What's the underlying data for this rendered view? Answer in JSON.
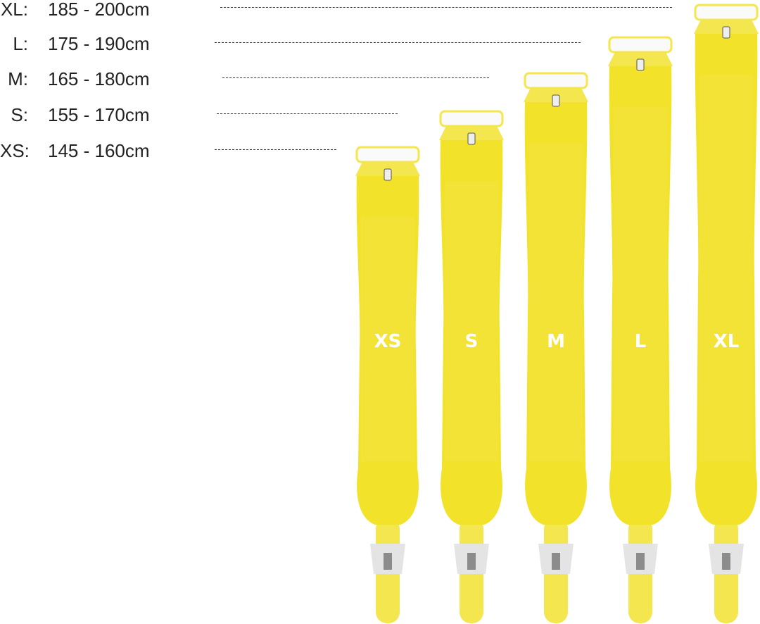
{
  "sizes": [
    {
      "label": "XL:",
      "range": "185 - 200cm",
      "bag": "XL"
    },
    {
      "label": "L:",
      "range": "175 - 190cm",
      "bag": "L"
    },
    {
      "label": "M:",
      "range": "165 - 180cm",
      "bag": "M"
    },
    {
      "label": "S:",
      "range": "155 - 170cm",
      "bag": "S"
    },
    {
      "label": "XS:",
      "range": "145 - 160cm",
      "bag": "XS"
    }
  ],
  "colors": {
    "bag": "#f2e22a",
    "bag_light": "#f4e64e",
    "collar": "#e4e4e4",
    "text": "#222222"
  }
}
